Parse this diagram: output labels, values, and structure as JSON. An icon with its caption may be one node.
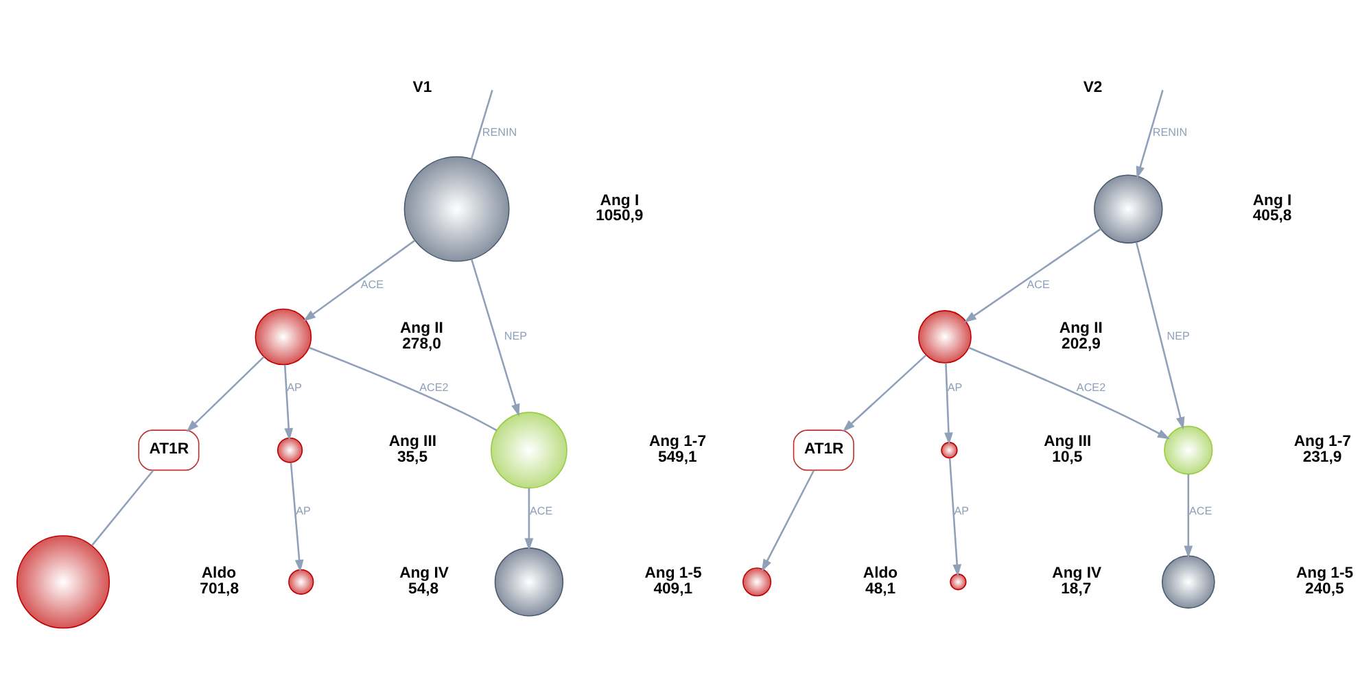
{
  "diagram": {
    "nodes": [
      {
        "text": [],
        "shape": "circle",
        "beside": [
          "Ang I",
          "1050,9"
        ]
      },
      {
        "text": [],
        "shape": "circle",
        "beside": [
          "Ang II",
          "278,0"
        ]
      },
      {
        "text": [],
        "shape": "circle",
        "beside": [
          "Ang 1-7",
          "549,1"
        ]
      },
      {
        "text": [
          "AT1R"
        ]
      },
      {
        "text": [],
        "shape": "circle",
        "beside": [
          "Ang III",
          "35,5"
        ]
      },
      {
        "text": [],
        "shape": "circle",
        "beside": [
          "Ang 1-5",
          "409,1"
        ]
      },
      {
        "text": [],
        "shape": "circle",
        "beside": [
          "Aldo",
          "701,8"
        ]
      },
      {
        "text": [],
        "shape": "circle",
        "beside": [
          "Ang IV",
          "54,8"
        ]
      },
      {
        "text": [],
        "shape": "circle",
        "beside": [
          "Ang I",
          "405,8"
        ]
      },
      {
        "text": [],
        "shape": "circle",
        "beside": [
          "Ang II",
          "202,9"
        ]
      },
      {
        "text": [],
        "shape": "circle",
        "beside": [
          "Ang 1-7",
          "231,9"
        ]
      },
      {
        "text": [
          "AT1R"
        ]
      },
      {
        "text": [],
        "shape": "circle",
        "beside": [
          "Ang III",
          "10,5"
        ]
      },
      {
        "text": [],
        "shape": "circle",
        "beside": [
          "Ang 1-5",
          "240,5"
        ]
      },
      {
        "text": [],
        "shape": "circle",
        "beside": [
          "Aldo",
          "48,1"
        ]
      },
      {
        "text": [],
        "shape": "circle",
        "beside": [
          "Ang IV",
          "18,7"
        ]
      }
    ],
    "edges": [
      {
        "from": null,
        "to": 0,
        "arrow": "none",
        "label": "RENIN"
      },
      {
        "from": 0,
        "to": 1,
        "arrow": "to",
        "label": "ACE"
      },
      {
        "from": 0,
        "to": 2,
        "arrow": "to",
        "label": "NEP"
      },
      {
        "from": 1,
        "to": 2,
        "arrow": "none",
        "label": "ACE2"
      },
      {
        "from": 1,
        "to": 3,
        "arrow": "to"
      },
      {
        "from": 1,
        "to": 4,
        "arrow": "to",
        "label": "AP"
      },
      {
        "from": 3,
        "to": 6,
        "arrow": "none"
      },
      {
        "from": 2,
        "to": 5,
        "arrow": "to",
        "label": "ACE"
      },
      {
        "from": 4,
        "to": 7,
        "arrow": "to",
        "label": "AP"
      },
      {
        "from": null,
        "to": 8,
        "arrow": "to",
        "label": "RENIN"
      },
      {
        "from": 8,
        "to": 9,
        "arrow": "to",
        "label": "ACE"
      },
      {
        "from": 8,
        "to": 10,
        "arrow": "to",
        "label": "NEP"
      },
      {
        "from": 9,
        "to": 10,
        "arrow": "to",
        "label": "ACE2"
      },
      {
        "from": 9,
        "to": 11,
        "arrow": "to"
      },
      {
        "from": 9,
        "to": 12,
        "arrow": "to",
        "label": "AP"
      },
      {
        "from": 11,
        "to": 14,
        "arrow": "to"
      },
      {
        "from": 10,
        "to": 13,
        "arrow": "to",
        "label": "ACE"
      },
      {
        "from": 12,
        "to": 15,
        "arrow": "to",
        "label": "AP"
      }
    ],
    "labels": [
      "V1",
      "V2"
    ]
  }
}
